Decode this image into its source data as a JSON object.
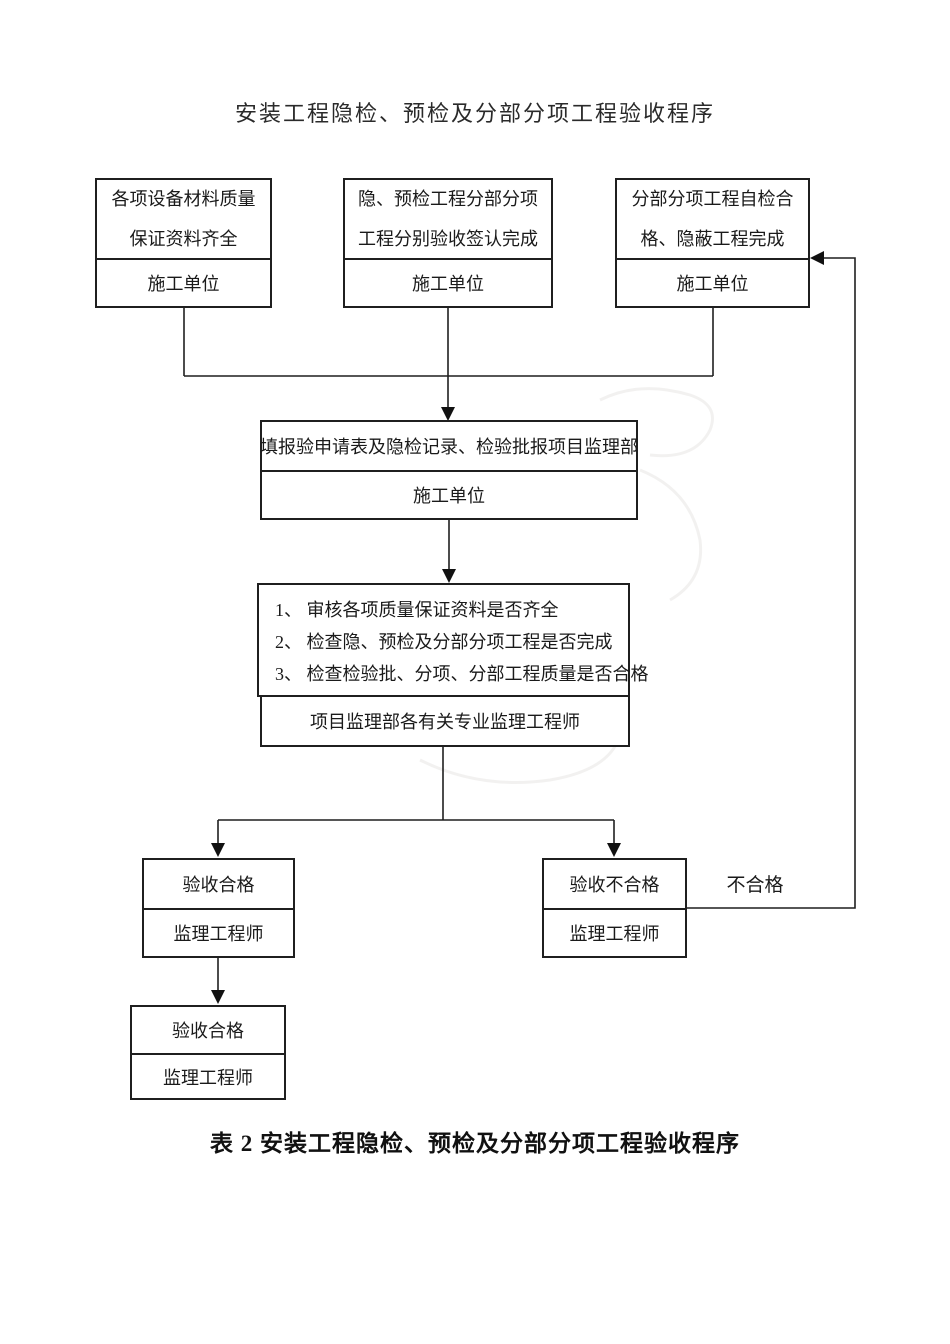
{
  "page": {
    "title": "安装工程隐检、预检及分部分项工程验收程序",
    "caption": "表 2 安装工程隐检、预检及分部分项工程验收程序"
  },
  "flowchart": {
    "top_boxes": [
      {
        "line1": "各项设备材料质量",
        "line2": "保证资料齐全",
        "role": "施工单位"
      },
      {
        "line1": "隐、预检工程分部分项",
        "line2": "工程分别验收签认完成",
        "role": "施工单位"
      },
      {
        "line1": "分部分项工程自检合",
        "line2": "格、隐蔽工程完成",
        "role": "施工单位"
      }
    ],
    "submit_box": {
      "text": "填报验申请表及隐检记录、检验批报项目监理部",
      "role": "施工单位"
    },
    "review_box": {
      "items": [
        "1、 审核各项质量保证资料是否齐全",
        "2、 检查隐、预检及分部分项工程是否完成",
        "3、 检查检验批、分项、分部工程质量是否合格"
      ],
      "role": "项目监理部各有关专业监理工程师"
    },
    "pass_box": {
      "result": "验收合格",
      "role": "监理工程师"
    },
    "fail_box": {
      "result": "验收不合格",
      "role": "监理工程师"
    },
    "final_pass_box": {
      "result": "验收合格",
      "role": "监理工程师"
    },
    "fail_label": "不合格"
  },
  "colors": {
    "line": "#1f1f1f",
    "text": "#1a1a1a",
    "background": "#ffffff"
  }
}
